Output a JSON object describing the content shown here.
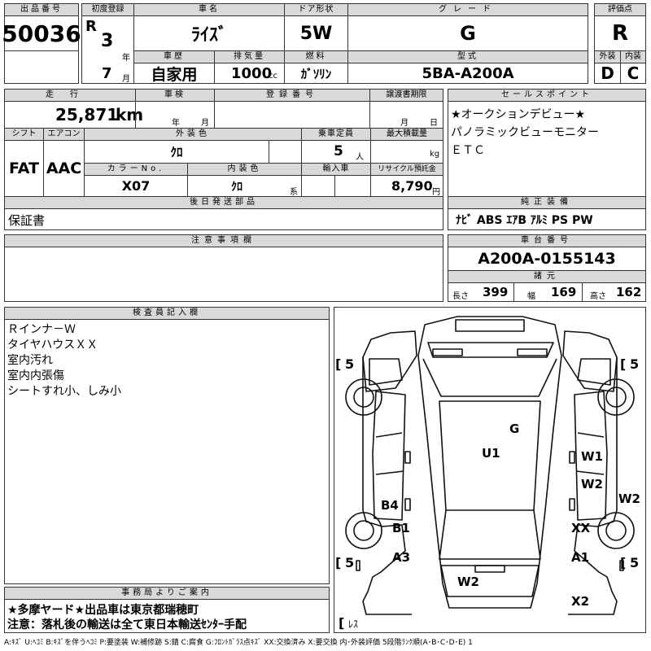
{
  "header": {
    "lot_no_label": "出品番号",
    "lot_no": "50036",
    "first_reg_label": "初度登録",
    "era": "R",
    "year_value": "3",
    "year_unit": "年",
    "month_value": "7",
    "month_unit": "月",
    "car_name_label": "車名",
    "car_name": "ﾗｲｽﾞ",
    "door_label": "ドア形状",
    "door": "5W",
    "grade_label": "グレード",
    "grade": "G",
    "score_label": "評価点",
    "score": "R",
    "history_label": "車歴",
    "history": "自家用",
    "displacement_label": "排気量",
    "displacement": "1000",
    "displacement_unit": "cc",
    "fuel_label": "燃料",
    "fuel": "ｶﾞｿﾘﾝ",
    "model_label": "型式",
    "model": "5BA-A200A",
    "exterior_label": "外装",
    "exterior": "D",
    "interior_label": "内装",
    "interior": "C"
  },
  "row2": {
    "mileage_label": "走行",
    "mileage": "25,871",
    "mileage_unit": "km",
    "inspection_label": "車検",
    "inspection_year_unit": "年",
    "inspection_month_unit": "月",
    "registration_label": "登録番号",
    "transfer_label": "譲渡書期限",
    "transfer_month_unit": "月",
    "transfer_day_unit": "日",
    "shift_label": "シフト",
    "shift": "FAT",
    "aircon_label": "エアコン",
    "aircon": "AAC",
    "ext_color_label": "外装色",
    "ext_color": "ｸﾛ",
    "capacity_label": "乗車定員",
    "capacity": "5",
    "capacity_unit": "人",
    "max_load_label": "最大積載量",
    "max_load_unit": "kg",
    "color_no_label": "カラーNo.",
    "color_no": "X07",
    "int_color_label": "内装色",
    "int_color": "ｸﾛ",
    "int_color_unit": "系",
    "import_label": "輸入車",
    "recycle_label": "リサイクル預託金",
    "recycle": "8,790",
    "recycle_unit": "円",
    "later_parts_label": "後日発送部品",
    "later_parts": "保証書"
  },
  "sales_points": {
    "label": "セールスポイント",
    "lines": [
      "★オークションデビュー★",
      "パノラミックビューモニター",
      "ＥＴＣ"
    ]
  },
  "genuine_equipment": {
    "label": "純正装備",
    "value": "ﾅﾋﾞ ABS ｴｱB ｱﾙﾐ PS PW"
  },
  "notes": {
    "label": "注意事項欄"
  },
  "chassis": {
    "label": "車台番号",
    "value": "A200A-0155143",
    "specs_label": "諸元",
    "length_label": "長さ",
    "length": "399",
    "width_label": "幅",
    "width": "169",
    "height_label": "高さ",
    "height": "162"
  },
  "inspector": {
    "label": "検査員記入欄",
    "lines": [
      "Ｒインナ－Ｗ",
      "タイヤハウスＸＸ",
      "室内汚れ",
      "室内内張傷",
      "シートすれ小、しみ小"
    ]
  },
  "office": {
    "label": "事務局よりご案内",
    "line1": "★多摩ヤード★出品車は東京都瑞穂町",
    "line2": "注意：落札後の輸送は全て東日本輸送ｾﾝﾀｰ手配"
  },
  "diagram": {
    "tire_tl": "5",
    "tire_tr": "5",
    "tire_bl": "5",
    "tire_br": "5",
    "spare": "ﾚｽ",
    "marks": {
      "g": "G",
      "u1": "U1",
      "w1": "W1",
      "w2_right": "W2",
      "w2_far_right": "W2",
      "b4": "B4",
      "b1": "B1",
      "xx": "XX",
      "a3": "A3",
      "a1": "A1",
      "w2_rear": "W2",
      "x2": "X2"
    }
  },
  "legend": "A:ｷｽﾞ U:ﾍｺﾐ B:ｷｽﾞを伴うﾍｺﾐ P:要塗装 W:補修跡 S:錆 C:腐食 G:ﾌﾛﾝﾄｶﾞﾗｽ点ｷｽﾞ XX:交換済み X:要交換 内･外装評価 5段階ﾗﾝｸ順(A･B･C･D･E) 1"
}
